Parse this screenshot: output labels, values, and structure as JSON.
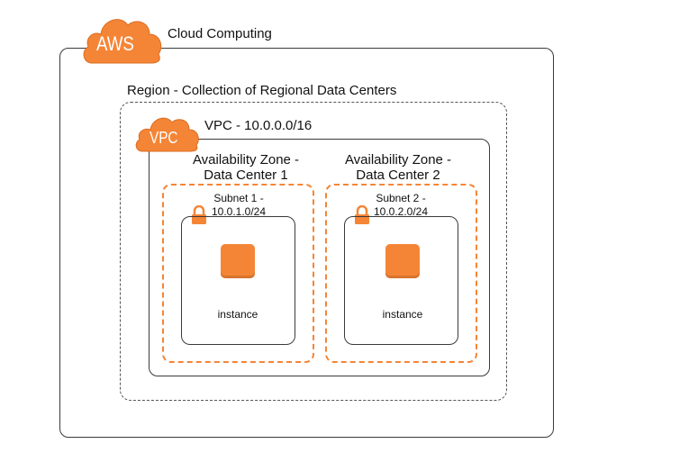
{
  "aws": {
    "badge_text": "AWS",
    "title": "Cloud Computing"
  },
  "region": {
    "label": "Region - Collection of Regional Data Centers"
  },
  "vpc": {
    "badge_text": "VPC",
    "label": "VPC - 10.0.0.0/16"
  },
  "availability_zones": [
    {
      "line1": "Availability Zone -",
      "line2": "Data Center 1",
      "subnet_line1": "Subnet 1 -",
      "subnet_line2": "10.0.1.0/24",
      "instance_label": "instance"
    },
    {
      "line1": "Availability Zone -",
      "line2": "Data Center 2",
      "subnet_line1": "Subnet 2 -",
      "subnet_line2": "10.0.2.0/24",
      "instance_label": "instance"
    }
  ],
  "colors": {
    "aws_orange": "#f58536",
    "border": "#3a3a3a"
  },
  "icons": [
    "cloud-icon",
    "lock-icon",
    "instance-icon"
  ]
}
